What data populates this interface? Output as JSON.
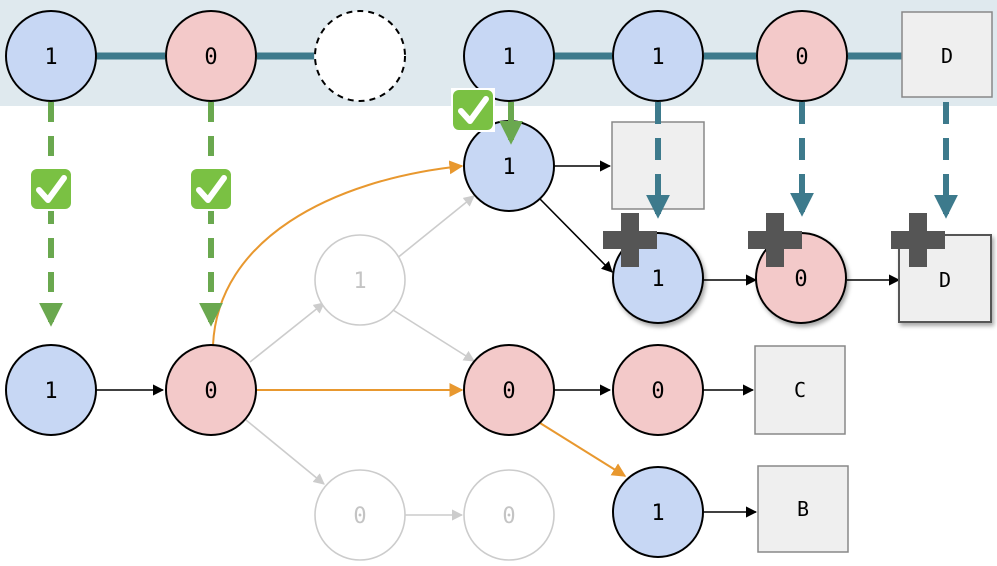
{
  "colors": {
    "band": "#dfe9ee",
    "bit1_fill": "#c7d7f4",
    "bit0_fill": "#f3c9c9",
    "leaf_fill": "#efefef",
    "ghost": "#cccccc",
    "teal": "#3d7a8c",
    "green": "#6aa84f",
    "orange": "#e8982f",
    "plus": "#555555",
    "check_fill": "#7ac143"
  },
  "query": {
    "cells": [
      {
        "id": "q1",
        "label": "1"
      },
      {
        "id": "q2",
        "label": "0"
      },
      {
        "id": "q3",
        "label": ""
      },
      {
        "id": "q4",
        "label": "1"
      },
      {
        "id": "q5",
        "label": "1"
      },
      {
        "id": "q6",
        "label": "0"
      },
      {
        "id": "q7",
        "label": "D"
      }
    ]
  },
  "trie": {
    "nodes": [
      {
        "id": "t-root",
        "label": "1"
      },
      {
        "id": "t-0",
        "label": "0"
      },
      {
        "id": "t-ghost-1",
        "label": "1"
      },
      {
        "id": "t-1",
        "label": "1"
      },
      {
        "id": "t-00",
        "label": "0"
      },
      {
        "id": "t-000",
        "label": "0"
      },
      {
        "id": "t-ghost-0a",
        "label": "0"
      },
      {
        "id": "t-ghost-0b",
        "label": "0"
      },
      {
        "id": "t-001",
        "label": "1"
      }
    ],
    "leaves": [
      {
        "id": "leaf-empty",
        "label": ""
      },
      {
        "id": "leaf-c",
        "label": "C"
      },
      {
        "id": "leaf-b",
        "label": "B"
      }
    ],
    "inserted": [
      {
        "id": "ins-1",
        "label": "1"
      },
      {
        "id": "ins-0",
        "label": "0"
      },
      {
        "id": "ins-d",
        "label": "D"
      }
    ]
  }
}
